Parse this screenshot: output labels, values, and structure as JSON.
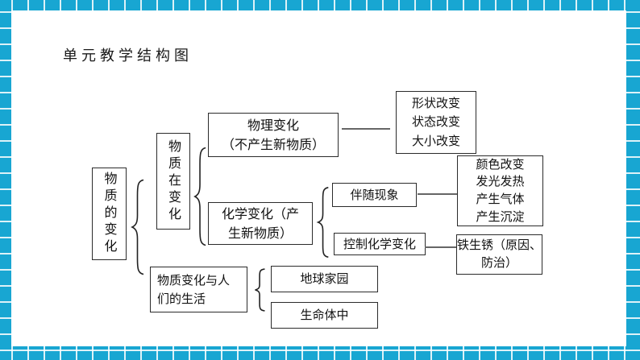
{
  "page": {
    "title": "单元教学结构图"
  },
  "colors": {
    "border_grid_teal": "#18a6d2",
    "grid_line": "#ffffff",
    "slide_background": "#ffffff",
    "box_border": "#2b2b2b",
    "text": "#111111",
    "connector_line": "#666666"
  },
  "nodes": {
    "root": {
      "label": "物质的变化"
    },
    "changing": {
      "label": "物质在变化"
    },
    "physical": {
      "label": "物理变化\n（不产生新物质）"
    },
    "physical_examples": {
      "label": "形状改变\n状态改变\n大小改变"
    },
    "chemical": {
      "label": "化学变化（产\n生新物质）"
    },
    "phenomena": {
      "label": "伴随现象"
    },
    "phenomena_examples": {
      "label": "颜色改变\n发光发热\n产生气体\n产生沉淀"
    },
    "control": {
      "label": "控制化学变化"
    },
    "rust": {
      "label": "铁生锈（原因、\n防治）"
    },
    "life": {
      "label": "物质变化与人\n们的生活"
    },
    "earth": {
      "label": "地球家园"
    },
    "living": {
      "label": "生命体中"
    }
  }
}
